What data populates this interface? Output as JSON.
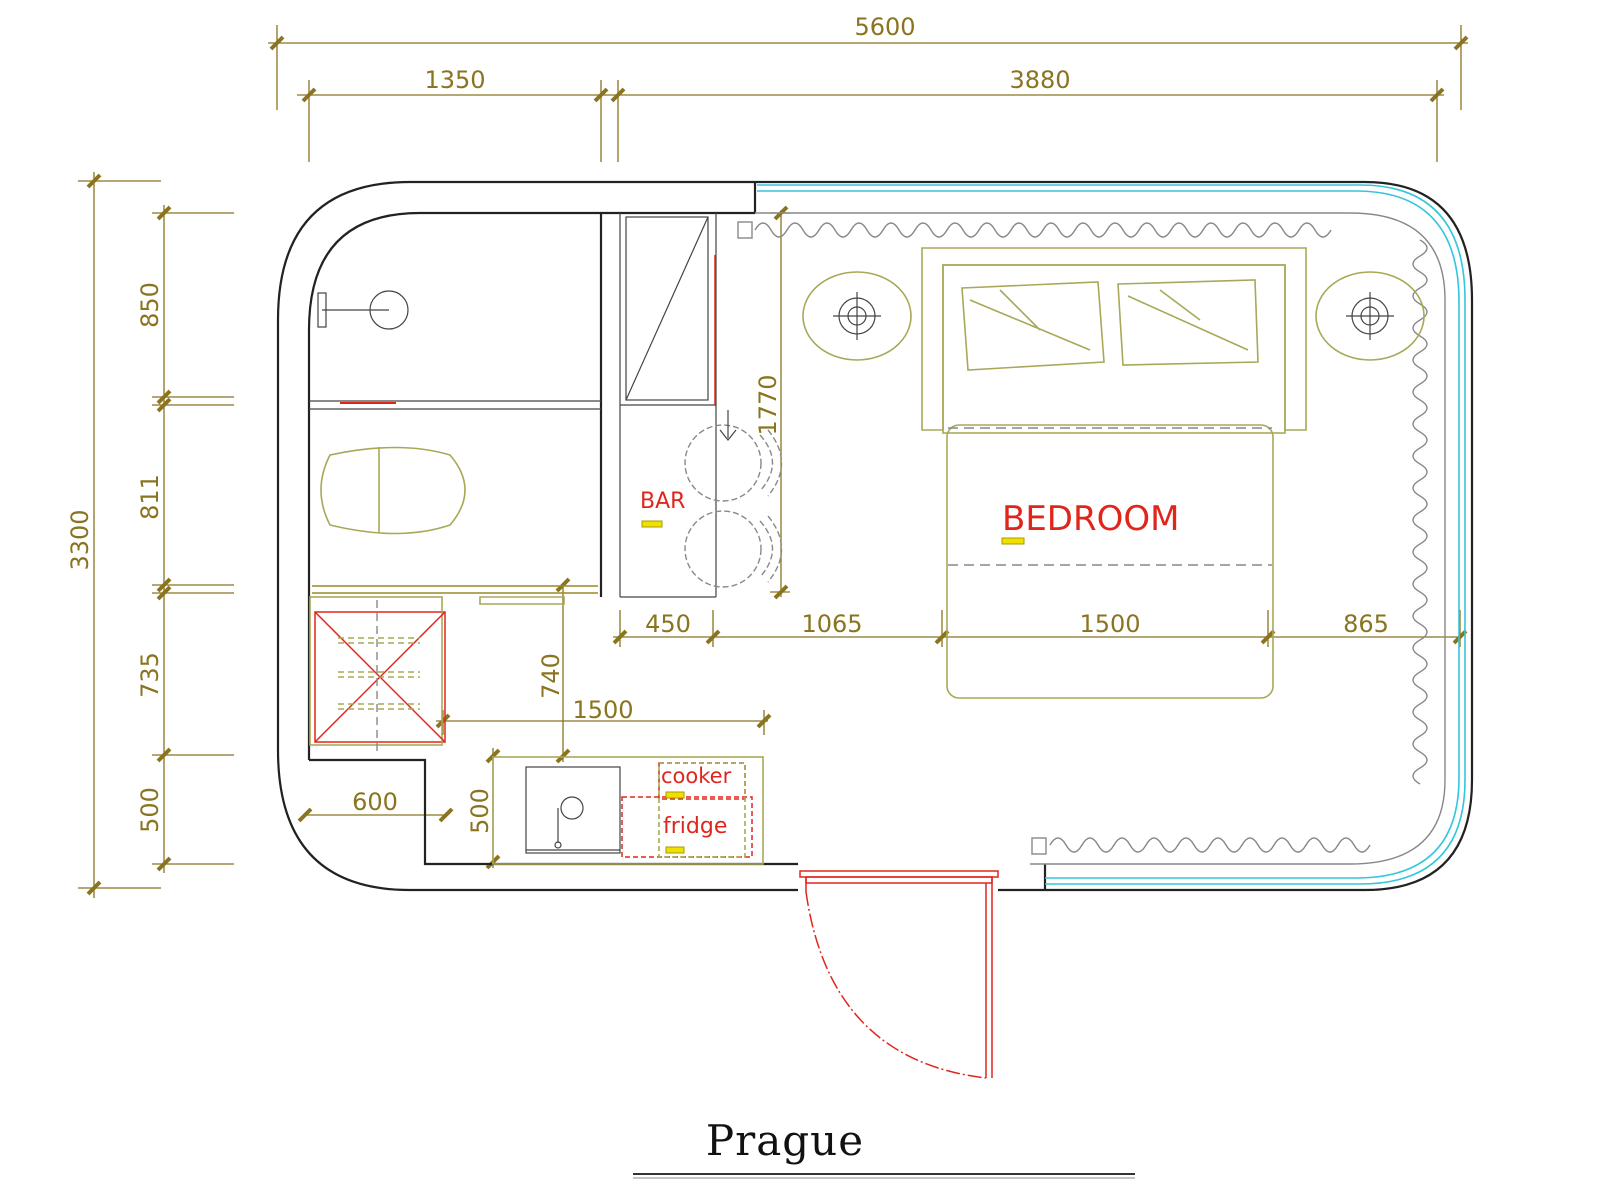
{
  "title": "Prague",
  "rooms": {
    "bedroom": "BEDROOM",
    "bar": "BAR",
    "cooker": "cooker",
    "fridge": "fridge"
  },
  "dimensions": {
    "top_total": "5600",
    "top_left": "1350",
    "top_right": "3880",
    "left_total": "3300",
    "left_1": "850",
    "left_2": "811",
    "left_3": "735",
    "left_4": "500",
    "row_450": "450",
    "row_1065": "1065",
    "row_1500": "1500",
    "row_865": "865",
    "bar_1770": "1770",
    "vert_740": "740",
    "kitchen_1500": "1500",
    "bottom_600": "600",
    "bottom_500": "500"
  },
  "colors": {
    "dimension": "#8a7420",
    "label": "#e0261c",
    "wall": "#222222",
    "glazing": "#33c6dc",
    "furniture": "#a8a858"
  }
}
